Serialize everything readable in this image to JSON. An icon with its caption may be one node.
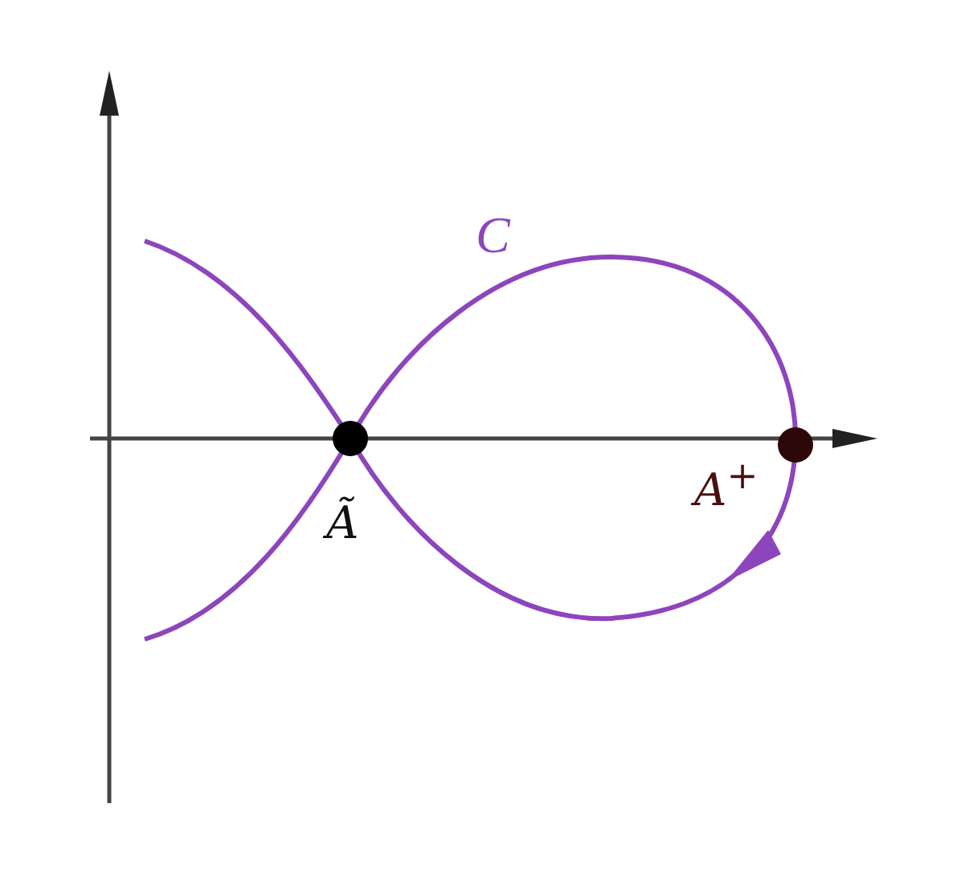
{
  "diagram": {
    "nodes": [
      {
        "text": [],
        "shape": "circle",
        "beside": [
          "Ã"
        ]
      },
      {
        "text": [],
        "shape": "circle",
        "beside": [
          "A$^{+}$"
        ]
      }
    ],
    "labels": [
      "C"
    ]
  }
}
